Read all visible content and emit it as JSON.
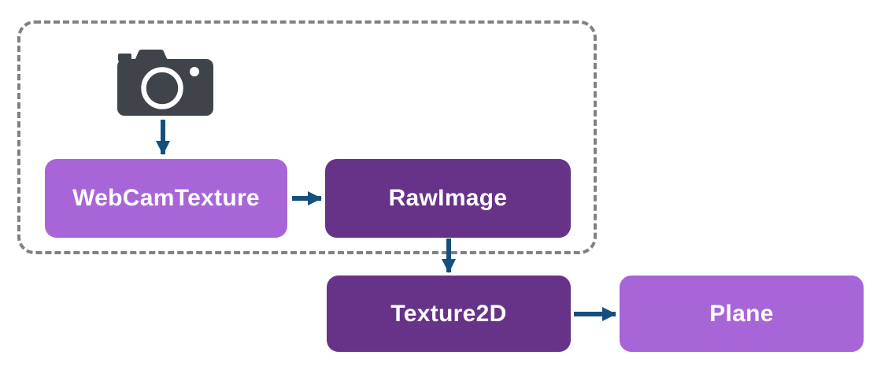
{
  "diagram": {
    "type": "flow-diagram",
    "background": "#ffffff",
    "group": {
      "name": "webcam-capture-group",
      "style": "dashed-outline",
      "border_color": "#7f8284",
      "contains": [
        "camera-icon",
        "WebCamTexture",
        "RawImage"
      ]
    },
    "icons": [
      {
        "name": "camera-icon",
        "color": "#3f444b"
      }
    ],
    "nodes": [
      {
        "id": "webcamtexture",
        "label": "WebCamTexture",
        "fill": "#a865d8",
        "text_color": "#ffffff"
      },
      {
        "id": "rawimage",
        "label": "RawImage",
        "fill": "#663389",
        "text_color": "#ffffff"
      },
      {
        "id": "texture2d",
        "label": "Texture2D",
        "fill": "#663389",
        "text_color": "#ffffff"
      },
      {
        "id": "plane",
        "label": "Plane",
        "fill": "#a865d8",
        "text_color": "#ffffff"
      }
    ],
    "edges": [
      {
        "from": "camera-icon",
        "to": "webcamtexture",
        "direction": "down",
        "color": "#15507d"
      },
      {
        "from": "webcamtexture",
        "to": "rawimage",
        "direction": "right",
        "color": "#15507d"
      },
      {
        "from": "rawimage",
        "to": "texture2d",
        "direction": "down",
        "color": "#15507d"
      },
      {
        "from": "texture2d",
        "to": "plane",
        "direction": "right",
        "color": "#15507d"
      }
    ]
  }
}
